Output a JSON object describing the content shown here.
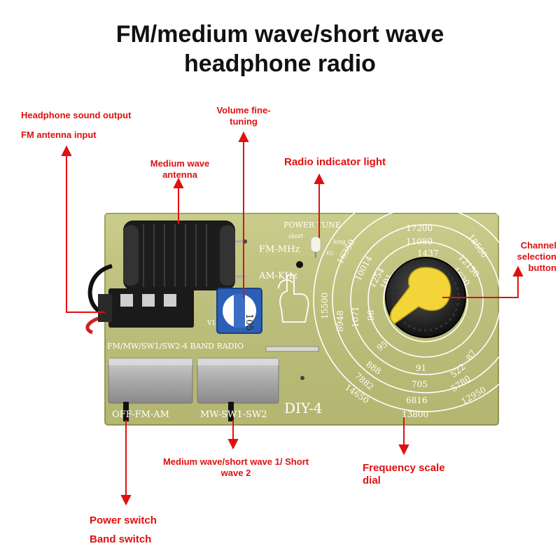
{
  "title": {
    "line1": "FM/medium wave/short wave",
    "line2": "headphone radio"
  },
  "callouts": {
    "headphone_output": "Headphone sound output",
    "fm_antenna": "FM antenna input",
    "mw_antenna": "Medium wave antenna",
    "volume": "Volume fine-tuning",
    "indicator": "Radio indicator light",
    "channel": "Channel selection button",
    "mw_sw": "Medium wave/short wave 1/ Short wave 2",
    "frequency_dial": "Frequency scale dial",
    "power_switch": "Power switch",
    "band_switch": "Band switch"
  },
  "board": {
    "power_tune": "POWER TUNE",
    "short": "short",
    "long": "long",
    "fm_mhz": "FM-MHz",
    "am_khz": "AM-KHz",
    "band_radio": "FM/MW/SW1/SW2-4 BAND RADIO",
    "switch1_label": "OFF-FM-AM",
    "switch2_label": "MW-SW1-SW2",
    "model": "DIY-4",
    "pot_text": "105",
    "v1": "V1",
    "d2": "D2"
  },
  "dial": {
    "outer": [
      "15500",
      "16350",
      "17200",
      "18500",
      "12950",
      "13800",
      "14650"
    ],
    "ring2": [
      "11080",
      "12150",
      "5780",
      "6816",
      "7882"
    ],
    "ring3": [
      "8948",
      "10014",
      "1437",
      "1620",
      "522",
      "705",
      "888"
    ],
    "ring4": [
      "1071",
      "1254",
      "87",
      "91",
      "95"
    ],
    "inner": [
      "98",
      "101"
    ]
  },
  "colors": {
    "label_red": "#e01010",
    "board_green": "#c2c57a",
    "knob_yellow": "#f3d53a"
  }
}
